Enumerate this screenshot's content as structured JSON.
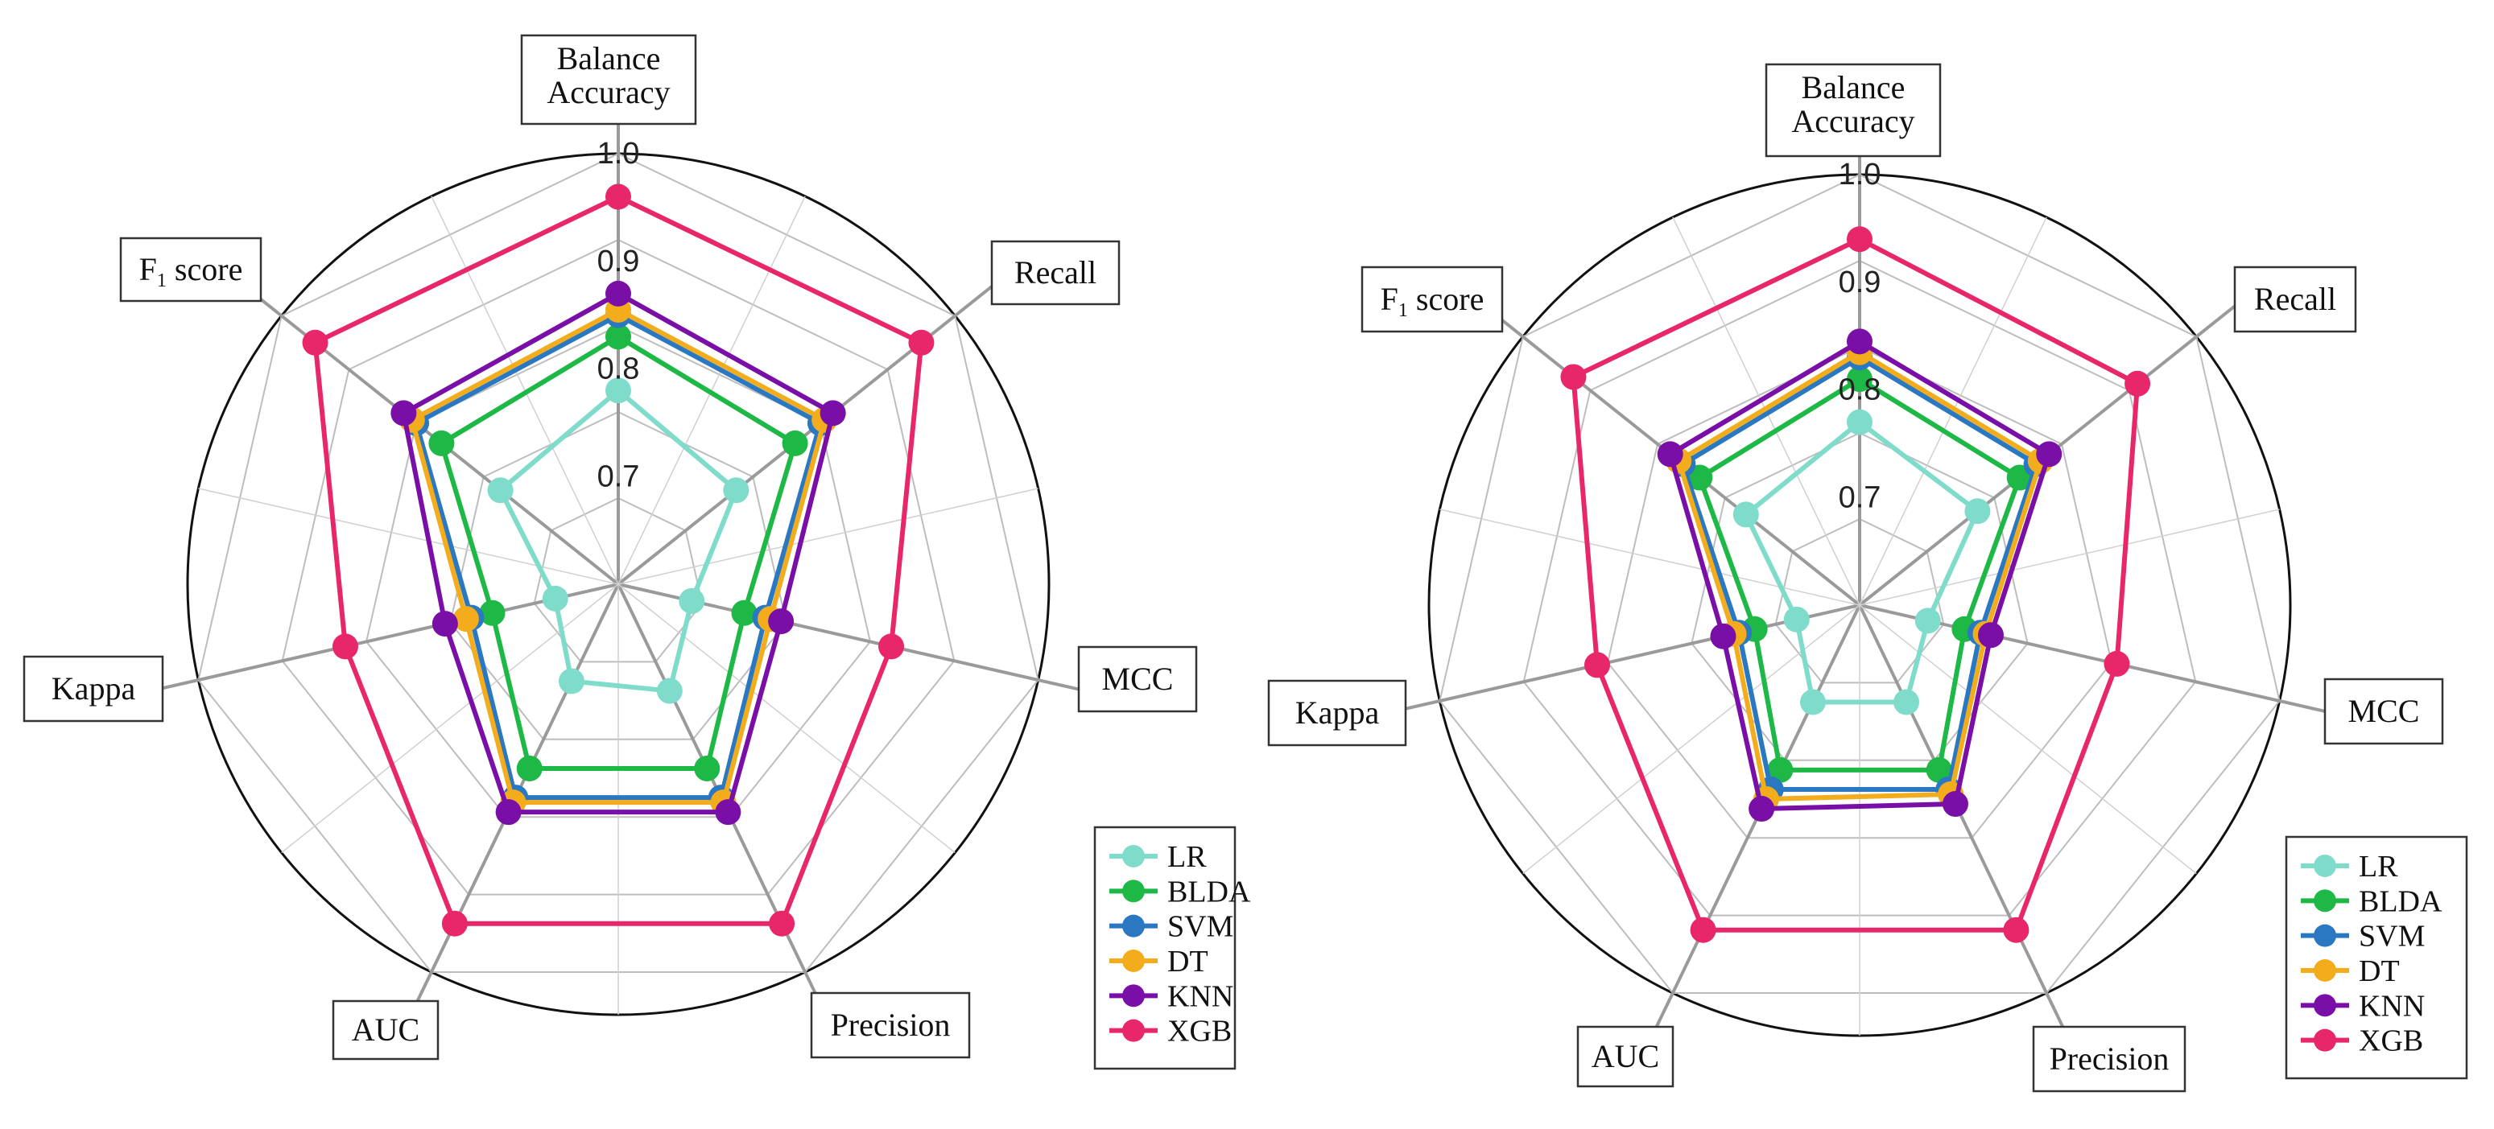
{
  "chart_data": [
    {
      "type": "radar",
      "axes": [
        "Balance Accuracy",
        "Recall",
        "MCC",
        "Precision",
        "AUC",
        "Kappa",
        "F1 score"
      ],
      "axis_label_lines": [
        [
          "Balance",
          "Accuracy"
        ],
        [
          "Recall"
        ],
        [
          "MCC"
        ],
        [
          "Precision"
        ],
        [
          "AUC"
        ],
        [
          "Kappa"
        ],
        [
          "F",
          "1",
          " score"
        ]
      ],
      "rlim": [
        0.6,
        1.0
      ],
      "ticks": [
        "0.7",
        "0.8",
        "0.9",
        "1.0"
      ],
      "tick_values": [
        0.7,
        0.8,
        0.9,
        1.0
      ],
      "series": [
        {
          "name": "LR",
          "color": "#7fdccb",
          "values": [
            0.78,
            0.74,
            0.67,
            0.71,
            0.7,
            0.66,
            0.74
          ]
        },
        {
          "name": "BLDA",
          "color": "#1db845",
          "values": [
            0.83,
            0.81,
            0.72,
            0.79,
            0.79,
            0.72,
            0.81
          ]
        },
        {
          "name": "SVM",
          "color": "#2b78c2",
          "values": [
            0.85,
            0.84,
            0.74,
            0.82,
            0.82,
            0.74,
            0.84
          ]
        },
        {
          "name": "DT",
          "color": "#f2ac1c",
          "values": [
            0.855,
            0.845,
            0.745,
            0.825,
            0.825,
            0.745,
            0.845
          ]
        },
        {
          "name": "KNN",
          "color": "#7a0fa8",
          "values": [
            0.87,
            0.855,
            0.755,
            0.835,
            0.835,
            0.765,
            0.855
          ]
        },
        {
          "name": "XGB",
          "color": "#e8276a",
          "values": [
            0.96,
            0.96,
            0.86,
            0.95,
            0.95,
            0.86,
            0.96
          ]
        }
      ],
      "legend_position": "bottom-right"
    },
    {
      "type": "radar",
      "axes": [
        "Balance Accuracy",
        "Recall",
        "MCC",
        "Precision",
        "AUC",
        "Kappa",
        "F1 score"
      ],
      "axis_label_lines": [
        [
          "Balance",
          "Accuracy"
        ],
        [
          "Recall"
        ],
        [
          "MCC"
        ],
        [
          "Precision"
        ],
        [
          "AUC"
        ],
        [
          "Kappa"
        ],
        [
          "F",
          "1",
          " score"
        ]
      ],
      "rlim": [
        0.6,
        1.0
      ],
      "ticks": [
        "0.7",
        "0.8",
        "0.9",
        "1.0"
      ],
      "tick_values": [
        0.7,
        0.8,
        0.9,
        1.0
      ],
      "series": [
        {
          "name": "LR",
          "color": "#7fdccb",
          "values": [
            0.77,
            0.74,
            0.665,
            0.7,
            0.7,
            0.66,
            0.735
          ]
        },
        {
          "name": "BLDA",
          "color": "#1db845",
          "values": [
            0.81,
            0.79,
            0.7,
            0.77,
            0.77,
            0.7,
            0.79
          ]
        },
        {
          "name": "SVM",
          "color": "#2b78c2",
          "values": [
            0.83,
            0.81,
            0.715,
            0.79,
            0.79,
            0.715,
            0.81
          ]
        },
        {
          "name": "DT",
          "color": "#f2ac1c",
          "values": [
            0.835,
            0.815,
            0.72,
            0.795,
            0.8,
            0.72,
            0.815
          ]
        },
        {
          "name": "KNN",
          "color": "#7a0fa8",
          "values": [
            0.845,
            0.825,
            0.725,
            0.805,
            0.81,
            0.73,
            0.825
          ]
        },
        {
          "name": "XGB",
          "color": "#e8276a",
          "values": [
            0.94,
            0.93,
            0.845,
            0.935,
            0.935,
            0.85,
            0.94
          ]
        }
      ],
      "legend_position": "bottom-right"
    }
  ]
}
